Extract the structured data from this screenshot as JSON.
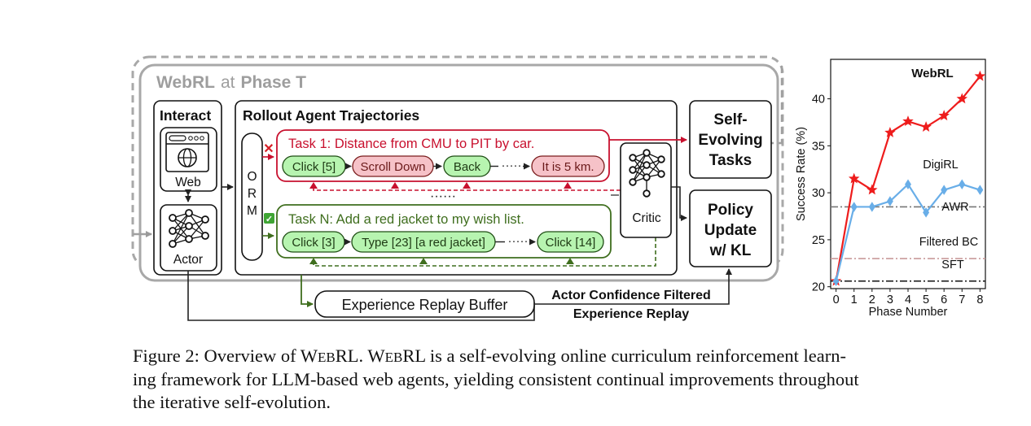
{
  "diagram": {
    "phase_title_word": "WebRL",
    "phase_title_at": "at",
    "phase_title_phase": "Phase T",
    "interact_title": "Interact",
    "web_label": "Web",
    "actor_label": "Actor",
    "rollout_title": "Rollout Agent Trajectories",
    "orm_letters": [
      "O",
      "R",
      "M"
    ],
    "task1": {
      "title": "Task 1: Distance from CMU to PIT by car.",
      "actions": [
        "Click [5]",
        "Scroll Down",
        "Back",
        "It is 5 km."
      ]
    },
    "taskN": {
      "title": "Task N: Add a red jacket to my wish list.",
      "actions": [
        "Click [3]",
        "Type [23] [a red jacket]",
        "Click [14]"
      ]
    },
    "ellipsis": "······",
    "chain_dots": "·····",
    "critic_label": "Critic",
    "self_evolving": [
      "Self-",
      "Evolving",
      "Tasks"
    ],
    "policy_update": [
      "Policy",
      "Update",
      "w/ KL"
    ],
    "replay_buffer": "Experience Replay Buffer",
    "actor_confidence": [
      "Actor Confidence Filtered",
      "Experience Replay"
    ],
    "fail_mark": "✕",
    "success_mark": "✓"
  },
  "chart_data": {
    "type": "line",
    "ylabel": "Success Rate (%)",
    "xlabel": "Phase Number",
    "x": [
      0,
      1,
      2,
      3,
      4,
      5,
      6,
      7,
      8
    ],
    "xlim": [
      -0.3,
      8.3
    ],
    "ylim": [
      19.8,
      44.2
    ],
    "x_ticks": [
      "0",
      "1",
      "2",
      "3",
      "4",
      "5",
      "6",
      "7",
      "8"
    ],
    "y_ticks": [
      "20",
      "25",
      "30",
      "35",
      "40"
    ],
    "y_tick_values": [
      20,
      25,
      30,
      35,
      40
    ],
    "series": [
      {
        "name": "WebRL",
        "values": [
          20.6,
          31.5,
          30.3,
          36.4,
          37.6,
          37.0,
          38.2,
          40.0,
          42.4
        ],
        "color": "#ee1c1c",
        "marker": "star"
      },
      {
        "name": "DigiRL",
        "values": [
          20.6,
          28.5,
          28.5,
          29.1,
          30.9,
          27.9,
          30.3,
          30.9,
          30.3
        ],
        "color": "#69aee8",
        "marker": "diamond"
      }
    ],
    "baselines": [
      {
        "name": "AWR",
        "value": 28.5,
        "color": "#777777",
        "style": "dashdot"
      },
      {
        "name": "Filtered BC",
        "value": 23.0,
        "color": "#c99a9a",
        "style": "dashdot"
      },
      {
        "name": "SFT",
        "value": 20.6,
        "color": "#111111",
        "style": "dashdot"
      }
    ]
  },
  "caption": {
    "line1_a": "Figure 2: Overview of W",
    "sc1": "EB",
    "line1_b": "RL. W",
    "sc2": "EB",
    "line1_c": "RL is a self-evolving online curriculum reinforcement learn-",
    "line2": "ing framework for LLM-based web agents, yielding consistent continual improvements throughout",
    "line3": "the iterative self-evolution."
  }
}
